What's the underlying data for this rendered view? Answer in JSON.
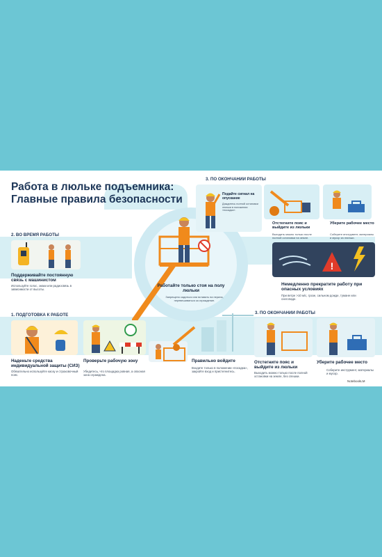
{
  "title": "Работа в люльке подъемника: Главные правила безопасности",
  "sections": {
    "during": {
      "header": "2. ВО ВРЕМЯ РАБОТЫ",
      "step_title": "Поддерживайте постоянную связь с машинистом",
      "step_text": "Используйте голос, знаки или радиосвязь в зависимости от высоты."
    },
    "center": {
      "step_title": "Работайте только стоя на полу люльки",
      "step_text": "Запрещено садиться или вставать на перила, перевешиваться за ограждение."
    },
    "after_top": {
      "header": "3. ПО ОКОНЧАНИИ РАБОТЫ",
      "signal_title": "Подайте сигнал на опускание",
      "signal_text": "Дождитесь полной остановки люльки в положении «посадка».",
      "belt_title": "Отстегните пояс и выйдите из люльки",
      "belt_text": "Выходить можно только после полной остановки на земле.",
      "clean_title": "Уберите рабочее место",
      "clean_text": "Соберите инструмент, материалы и мусор из люльки."
    },
    "danger": {
      "step_title": "Немедленно прекратите работу при опасных условиях",
      "step_text": "При ветре >10 м/с, грозе, сильном дожде, тумане или снегопаде."
    },
    "prep": {
      "header": "1. ПОДГОТОВКА К РАБОТЕ",
      "ppe_title": "Наденьте средства индивидуальной защиты (СИЗ)",
      "ppe_text": "Обязательно используйте каску и страховочный пояс.",
      "zone_title": "Проверьте рабочую зону",
      "zone_text": "Убедитесь, что площадка ровная, а опасная зона ограждена.",
      "enter_title": "Правильно войдите",
      "enter_text": "Входите только в положении «посадка», закройте вход и пристегнитесь."
    },
    "after_bottom": {
      "header": "3. ПО ОКОНЧАНИИ РАБОТЫ",
      "belt_title": "Отстегните пояс и выйдите из люльки",
      "belt_text": "Выходить можно только после полной остановки на земле, без спешки.",
      "clean_title": "Уберите рабочее место",
      "clean_text": "Соберите инструмент, материалы и мусор."
    }
  },
  "watermark": "NotebookLM",
  "colors": {
    "page_bg": "#6cc6d4",
    "card_bg": "#ffffff",
    "navy": "#1c3557",
    "arrow": "#d7eff4",
    "safety_orange": "#f08a1c",
    "helmet_yellow": "#f4c020",
    "danger_red": "#e03b2a"
  },
  "icons": [
    "radio-icon",
    "walkie-talkie-icon",
    "helmet-icon",
    "gloves-icon",
    "warning-triangle-icon",
    "barrier-icon",
    "rope-icon",
    "lightning-icon",
    "wind-icon",
    "toolbox-icon",
    "crane-icon"
  ]
}
